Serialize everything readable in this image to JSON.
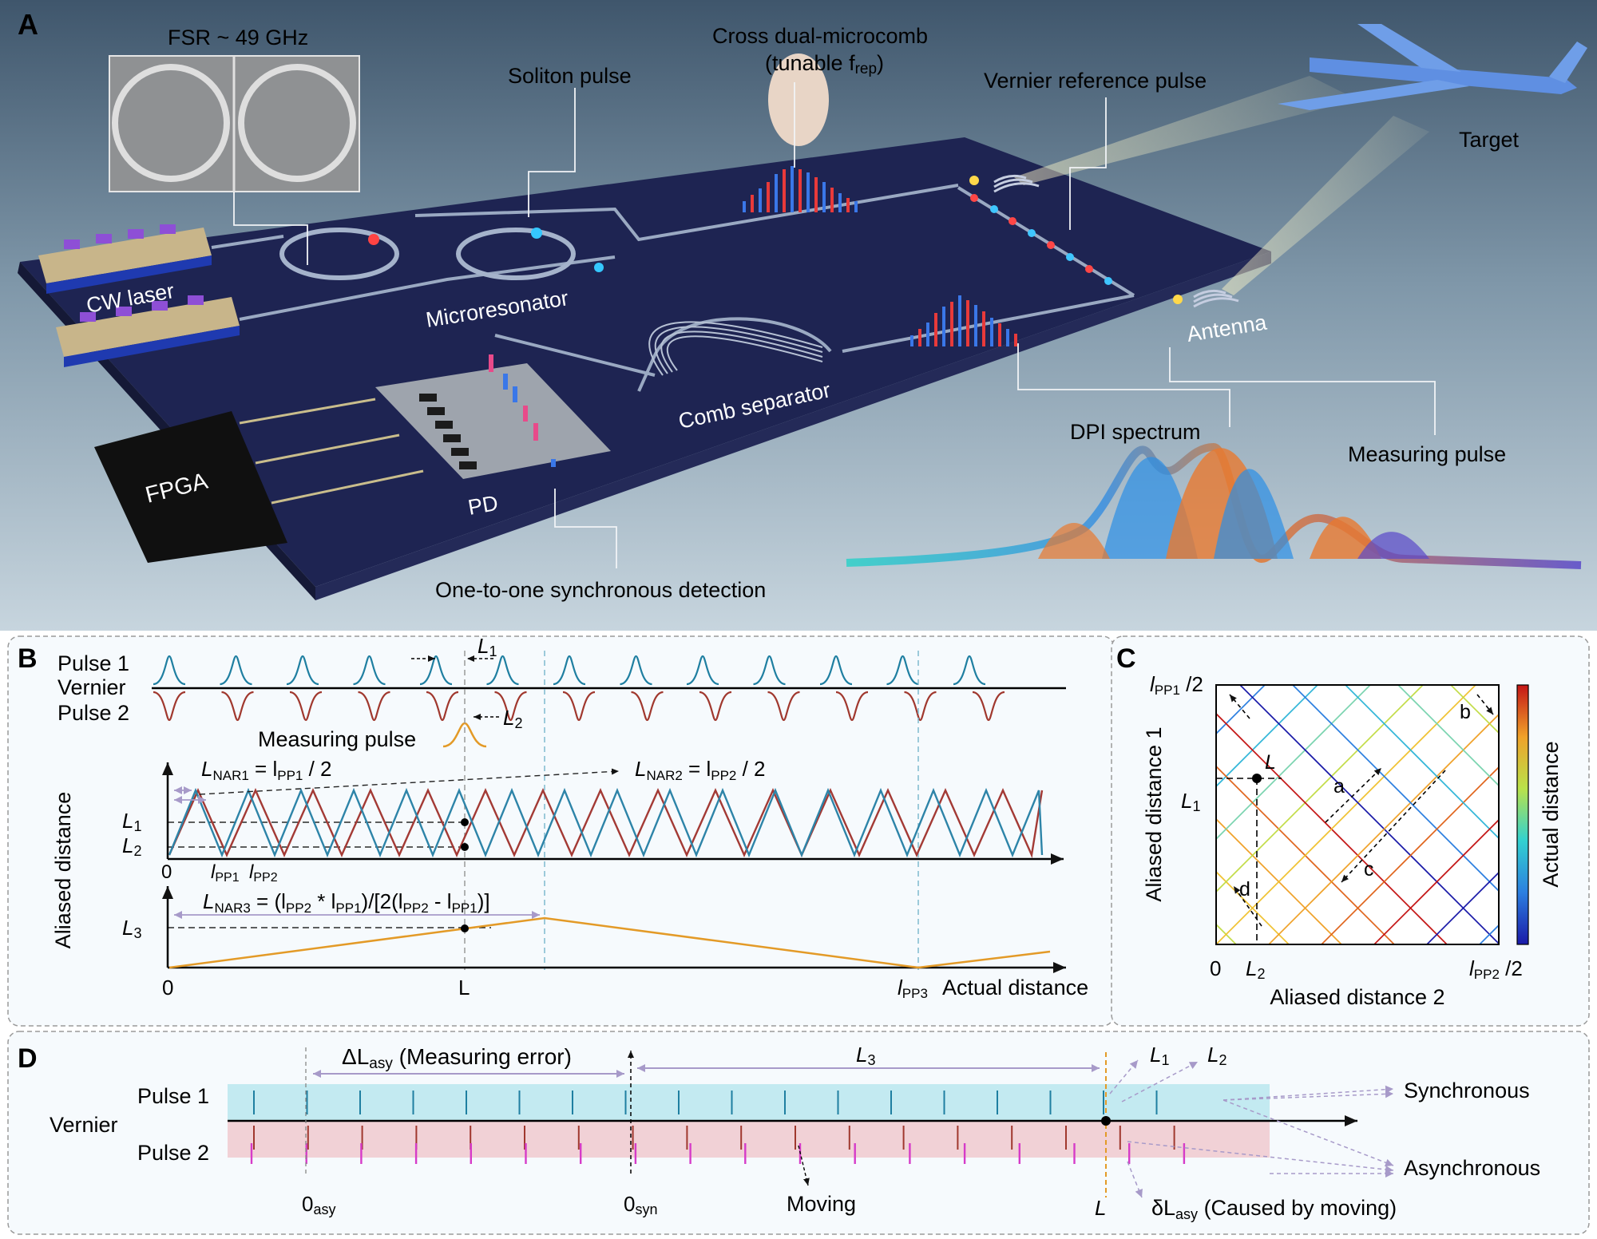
{
  "panel_a": {
    "letter": "A",
    "fsr": "FSR ~ 49 GHz",
    "soliton": "Soliton pulse",
    "cross_line1": "Cross dual-microcomb",
    "cross_line2": "(tunable f",
    "cross_sub": "rep",
    "cross_end": ")",
    "vernier_ref": "Vernier reference pulse",
    "target": "Target",
    "cw_laser": "CW laser",
    "microresonator": "Microresonator",
    "antenna": "Antenna",
    "comb_separator": "Comb separator",
    "fpga": "FPGA",
    "pd": "PD",
    "dpi": "DPI spectrum",
    "measuring_pulse": "Measuring pulse",
    "detection": "One-to-one synchronous detection"
  },
  "panel_b": {
    "letter": "B",
    "pulse1": "Pulse 1",
    "vernier": "Vernier",
    "pulse2": "Pulse 2",
    "measuring": "Measuring pulse",
    "L1": "L",
    "L1_sub": "1",
    "L2": "L",
    "L2_sub": "2",
    "ylabel": "Aliased distance",
    "nar1": "L",
    "nar1_sub": "NAR1",
    "nar1_eq": " = l",
    "nar1_pp": "PP1",
    "nar1_end": " / 2",
    "nar2": "L",
    "nar2_sub": "NAR2",
    "nar2_eq": " = l",
    "nar2_pp": "PP2",
    "nar2_end": " / 2",
    "nar3": "L",
    "nar3_sub": "NAR3",
    "nar3_eq1": " = (l",
    "nar3_pp2": "PP2",
    "nar3_mul": " * l",
    "nar3_pp1": "PP1",
    "nar3_mid": ")/[2(l",
    "nar3_pp2b": "PP2",
    "nar3_minus": " - l",
    "nar3_pp1b": "PP1",
    "nar3_end": ")]",
    "lpp1": "l",
    "lpp1_sub": "PP1",
    "lpp2": "l",
    "lpp2_sub": "PP2",
    "L3": "L",
    "L3_sub": "3",
    "zero": "0",
    "L": "L",
    "lpp3": "l",
    "lpp3_sub": "PP3",
    "xlabel": "Actual distance"
  },
  "panel_c": {
    "letter": "C",
    "ytop": "l",
    "ytop_sub": "PP1",
    "ytop_end": " /2",
    "ylabel": "Aliased distance 1",
    "L1": "L",
    "L1_sub": "1",
    "point": "L",
    "a": "a",
    "b": "b",
    "c": "c",
    "d": "d",
    "zero": "0",
    "L2": "L",
    "L2_sub": "2",
    "xright": "l",
    "xright_sub": "PP2",
    "xright_end": " /2",
    "xlabel": "Aliased distance 2",
    "cbar_label": "Actual distance"
  },
  "panel_d": {
    "letter": "D",
    "pulse1": "Pulse 1",
    "vernier": "Vernier",
    "pulse2": "Pulse 2",
    "delta": "ΔL",
    "delta_sub": "asy",
    "delta_end": " (Measuring error)",
    "L3": "L",
    "L3_sub": "3",
    "L1": "L",
    "L1_sub": "1",
    "L2": "L",
    "L2_sub": "2",
    "synchronous": "Synchronous",
    "asynchronous": "Asynchronous",
    "o_asy": "0",
    "o_asy_sub": "asy",
    "o_syn": "0",
    "o_syn_sub": "syn",
    "moving": "Moving",
    "L": "L",
    "small_delta": "δL",
    "small_delta_sub": "asy",
    "small_delta_end": " (Caused by moving)"
  }
}
